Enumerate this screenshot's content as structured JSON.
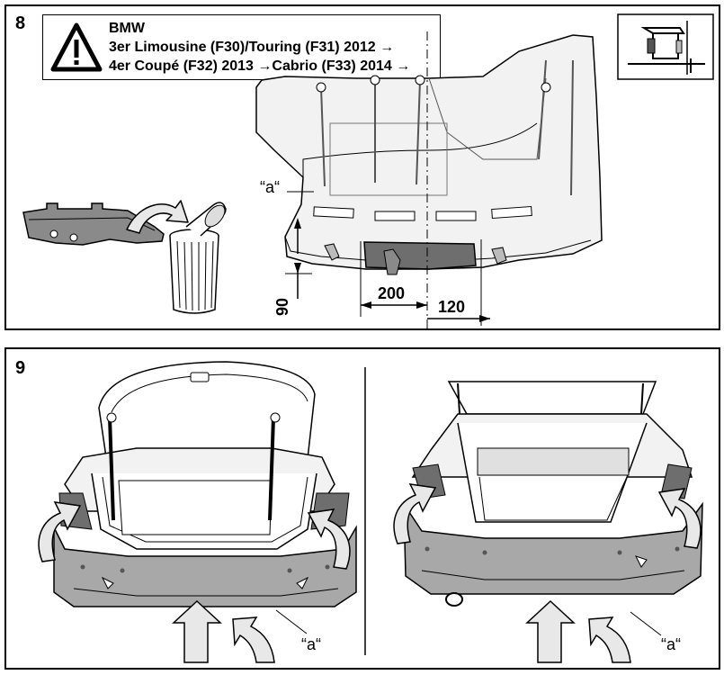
{
  "step8": {
    "number": "8",
    "warning": {
      "brand": "BMW",
      "line1": "3er Limousine (F30)/Touring (F31) 2012 →",
      "line2": "4er Coupé (F32) 2013 →Cabrio (F33) 2014 →"
    },
    "label_a": "“a“",
    "dim_200": "200",
    "dim_120": "120",
    "dim_90": "90"
  },
  "step9": {
    "number": "9",
    "label_a_left": "“a“",
    "label_a_right": "“a“"
  },
  "colors": {
    "line": "#000000",
    "panel_fill": "#f2f2f2",
    "bumper_fill": "#a8a8a8",
    "dark_fill": "#6e6e6e",
    "arrow_fill": "#e8e8e8"
  },
  "icons": {
    "warning": "warning-triangle-icon",
    "tool": "jigsaw-tool-icon",
    "trash": "trash-bin-icon",
    "arrow": "curved-arrow-icon"
  }
}
